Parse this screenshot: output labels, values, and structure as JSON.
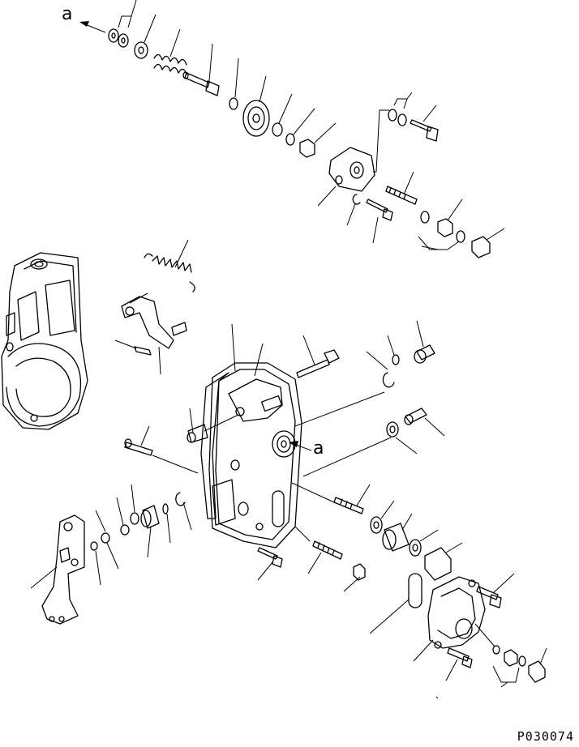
{
  "labels": {
    "ref_a_top": "a",
    "ref_a_mid": "a"
  },
  "figure_code": "P030074",
  "colors": {
    "line": "#000000",
    "background": "#ffffff"
  }
}
